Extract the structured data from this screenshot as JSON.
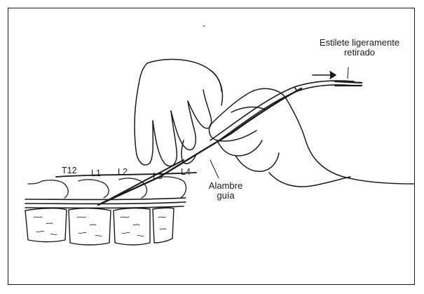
{
  "figure": {
    "labels": {
      "stylet": [
        "Estilete ligeramente",
        "retirado"
      ],
      "guidewire": [
        "Alambre",
        "guía"
      ]
    },
    "vertebrae": [
      "T12",
      "L1",
      "L2",
      "L3",
      "L4"
    ],
    "colors": {
      "ink": "#1a1a1a",
      "paper": "#ffffff"
    }
  }
}
